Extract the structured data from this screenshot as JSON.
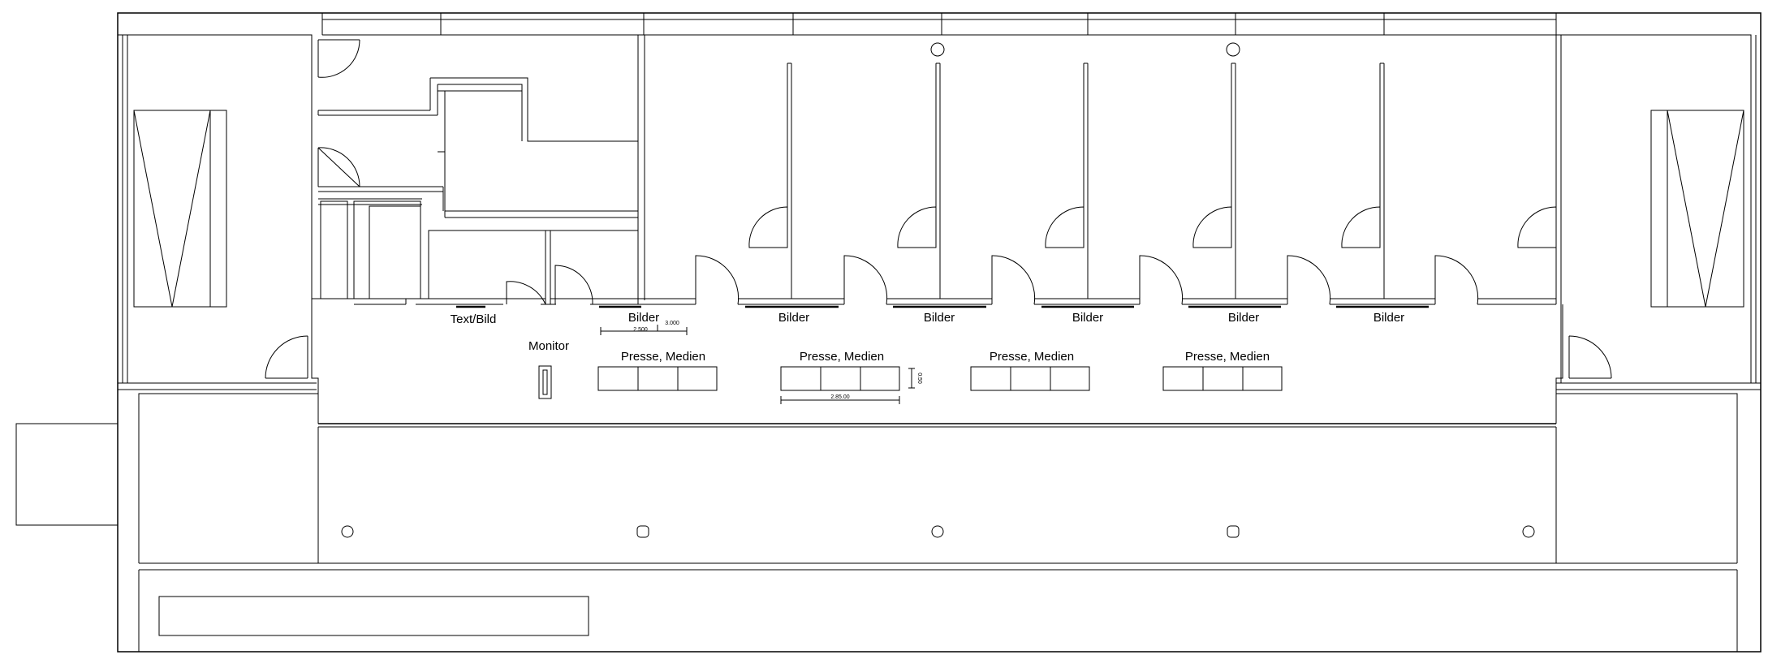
{
  "plan": {
    "labels": {
      "text_bild": "Text/Bild",
      "monitor": "Monitor",
      "bilder": "Bilder",
      "presse_medien": "Presse, Medien"
    },
    "dimensions": {
      "d_3000": "3.000",
      "d_2500": "2.500",
      "d_2850": "2.85.00",
      "d_050": "0.50"
    }
  }
}
